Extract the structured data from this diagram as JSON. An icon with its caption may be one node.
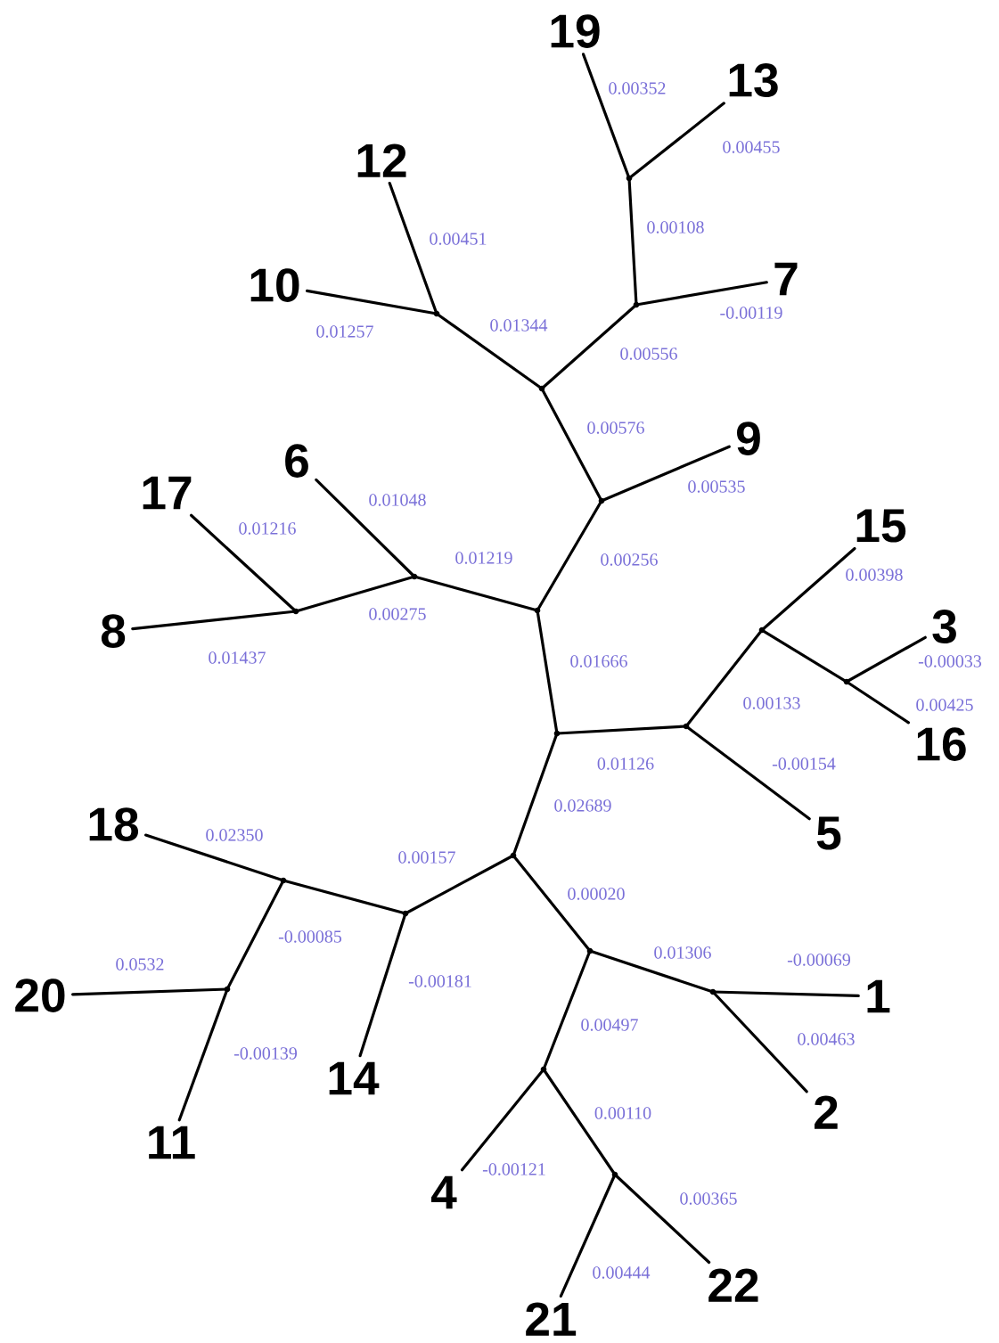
{
  "diagram": {
    "nodes": [
      {
        "text": [
          "19"
        ]
      },
      {
        "text": [
          "13"
        ]
      },
      {
        "text": [
          "12"
        ]
      },
      {
        "text": [
          "10"
        ]
      },
      {
        "text": [
          "7"
        ]
      },
      {
        "text": [
          "9"
        ]
      },
      {
        "text": [
          "6"
        ]
      },
      {
        "text": [
          "17"
        ]
      },
      {
        "text": [
          "8"
        ]
      },
      {
        "text": [
          "15"
        ]
      },
      {
        "text": [
          "3"
        ]
      },
      {
        "text": [
          "16"
        ]
      },
      {
        "text": [
          "5"
        ]
      },
      {
        "text": [
          "18"
        ]
      },
      {
        "text": [
          "20"
        ]
      },
      {
        "text": [
          "1"
        ]
      },
      {
        "text": [
          "11"
        ]
      },
      {
        "text": [
          "14"
        ]
      },
      {
        "text": [
          "2"
        ]
      },
      {
        "text": [
          "4"
        ]
      },
      {
        "text": [
          "22"
        ]
      },
      {
        "text": [
          "21"
        ]
      },
      {
        "text": [],
        "shape": "point"
      },
      {
        "text": [],
        "shape": "point"
      },
      {
        "text": [],
        "shape": "point"
      },
      {
        "text": [],
        "shape": "point"
      },
      {
        "text": [],
        "shape": "point"
      },
      {
        "text": [],
        "shape": "point"
      },
      {
        "text": [],
        "shape": "point"
      },
      {
        "text": [],
        "shape": "point"
      },
      {
        "text": [],
        "shape": "point"
      },
      {
        "text": [],
        "shape": "point"
      },
      {
        "text": [],
        "shape": "point"
      },
      {
        "text": [],
        "shape": "point"
      },
      {
        "text": [],
        "shape": "point"
      },
      {
        "text": [],
        "shape": "point"
      },
      {
        "text": [],
        "shape": "point"
      },
      {
        "text": [],
        "shape": "point"
      },
      {
        "text": [],
        "shape": "point"
      },
      {
        "text": [],
        "shape": "point"
      },
      {
        "text": [],
        "shape": "point"
      },
      {
        "text": [],
        "shape": "point"
      }
    ],
    "edges": [
      {
        "from": 22,
        "to": 0,
        "arrow": "none",
        "label": "0.00352"
      },
      {
        "from": 22,
        "to": 1,
        "arrow": "none",
        "label": "0.00455"
      },
      {
        "from": 23,
        "to": 22,
        "arrow": "none",
        "label": "0.00108"
      },
      {
        "from": 23,
        "to": 4,
        "arrow": "none",
        "label": "-0.00119"
      },
      {
        "from": 24,
        "to": 23,
        "arrow": "none",
        "label": "0.00556"
      },
      {
        "from": 25,
        "to": 2,
        "arrow": "none",
        "label": "0.00451"
      },
      {
        "from": 25,
        "to": 3,
        "arrow": "none",
        "label": "0.01257"
      },
      {
        "from": 24,
        "to": 25,
        "arrow": "none",
        "label": "0.01344"
      },
      {
        "from": 24,
        "to": 26,
        "arrow": "none",
        "label": "0.00576"
      },
      {
        "from": 26,
        "to": 5,
        "arrow": "none",
        "label": "0.00535"
      },
      {
        "from": 26,
        "to": 27,
        "arrow": "none",
        "label": "0.00256"
      },
      {
        "from": 28,
        "to": 6,
        "arrow": "none",
        "label": "0.01048"
      },
      {
        "from": 27,
        "to": 28,
        "arrow": "none",
        "label": "0.01219"
      },
      {
        "from": 30,
        "to": 7,
        "arrow": "none",
        "label": "0.01216"
      },
      {
        "from": 30,
        "to": 8,
        "arrow": "none",
        "label": "0.01437"
      },
      {
        "from": 28,
        "to": 30,
        "arrow": "none",
        "label": "0.00275"
      },
      {
        "from": 27,
        "to": 29,
        "arrow": "none",
        "label": "0.01666"
      },
      {
        "from": 33,
        "to": 9,
        "arrow": "none",
        "label": "0.00398"
      },
      {
        "from": 34,
        "to": 10,
        "arrow": "none",
        "label": "-0.00033"
      },
      {
        "from": 34,
        "to": 11,
        "arrow": "none",
        "label": "0.00425"
      },
      {
        "from": 33,
        "to": 34,
        "arrow": "none"
      },
      {
        "from": 31,
        "to": 33,
        "arrow": "none",
        "label": "0.00133"
      },
      {
        "from": 31,
        "to": 12,
        "arrow": "none",
        "label": "-0.00154"
      },
      {
        "from": 29,
        "to": 31,
        "arrow": "none",
        "label": "0.01126"
      },
      {
        "from": 29,
        "to": 32,
        "arrow": "none",
        "label": "0.02689"
      },
      {
        "from": 37,
        "to": 13,
        "arrow": "none",
        "label": "0.02350"
      },
      {
        "from": 35,
        "to": 37,
        "arrow": "none",
        "label": "-0.00085"
      },
      {
        "from": 38,
        "to": 14,
        "arrow": "none",
        "label": "0.0532"
      },
      {
        "from": 38,
        "to": 16,
        "arrow": "none",
        "label": "-0.00139"
      },
      {
        "from": 37,
        "to": 38,
        "arrow": "none"
      },
      {
        "from": 32,
        "to": 35,
        "arrow": "none",
        "label": "0.00157"
      },
      {
        "from": 35,
        "to": 17,
        "arrow": "none",
        "label": "-0.00181"
      },
      {
        "from": 32,
        "to": 36,
        "arrow": "none",
        "label": "0.00020"
      },
      {
        "from": 36,
        "to": 39,
        "arrow": "none",
        "label": "0.01306"
      },
      {
        "from": 39,
        "to": 15,
        "arrow": "none",
        "label": "-0.00069"
      },
      {
        "from": 39,
        "to": 18,
        "arrow": "none",
        "label": "0.00463"
      },
      {
        "from": 36,
        "to": 40,
        "arrow": "none",
        "label": "0.00497"
      },
      {
        "from": 40,
        "to": 19,
        "arrow": "none",
        "label": "-0.00121"
      },
      {
        "from": 40,
        "to": 41,
        "arrow": "none",
        "label": "0.00110"
      },
      {
        "from": 41,
        "to": 20,
        "arrow": "none",
        "label": "0.00365"
      },
      {
        "from": 41,
        "to": 21,
        "arrow": "none",
        "label": "0.00444"
      }
    ]
  }
}
